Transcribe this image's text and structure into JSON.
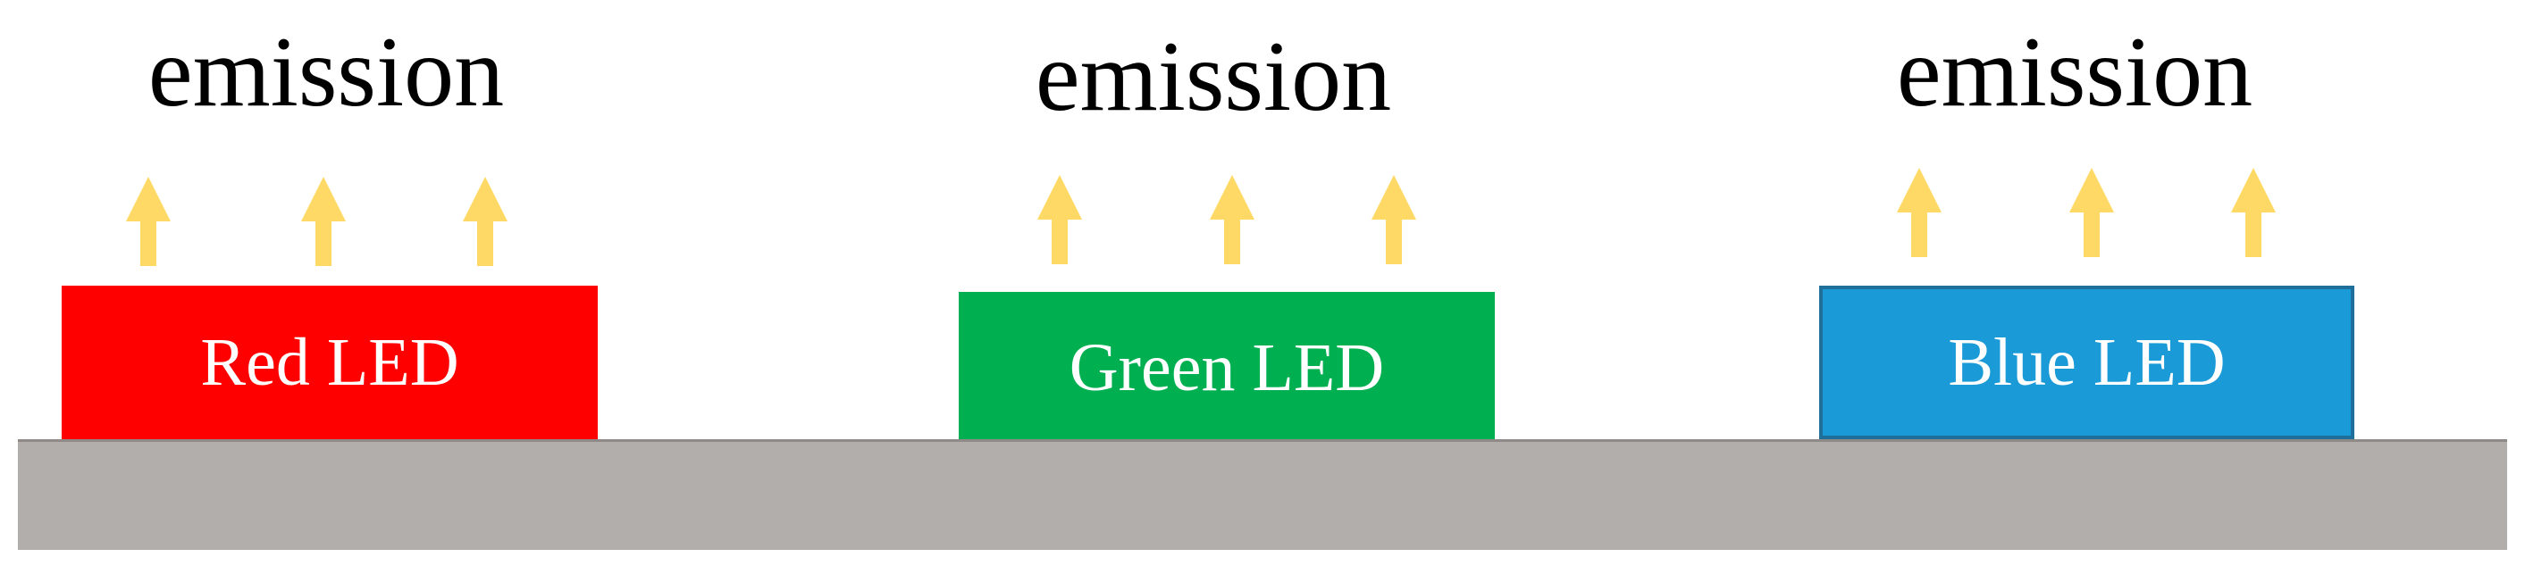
{
  "colors": {
    "background": "#ffffff",
    "substrate": "#b2aeab",
    "arrow": "#ffd966",
    "text_dark": "#000000",
    "text_light": "#ffffff"
  },
  "emitters": [
    {
      "emission_label": "emission",
      "led_label": "Red LED",
      "led_color": "#ff0000",
      "led_border": "#ff0000",
      "arrow_count": 3,
      "arrow_icon": "up-arrow-icon"
    },
    {
      "emission_label": "emission",
      "led_label": "Green LED",
      "led_color": "#00b050",
      "led_border": "#00b050",
      "arrow_count": 3,
      "arrow_icon": "up-arrow-icon"
    },
    {
      "emission_label": "emission",
      "led_label": "Blue LED",
      "led_color": "#1a9ad6",
      "led_border": "#1f6f9a",
      "arrow_count": 3,
      "arrow_icon": "up-arrow-icon"
    }
  ]
}
